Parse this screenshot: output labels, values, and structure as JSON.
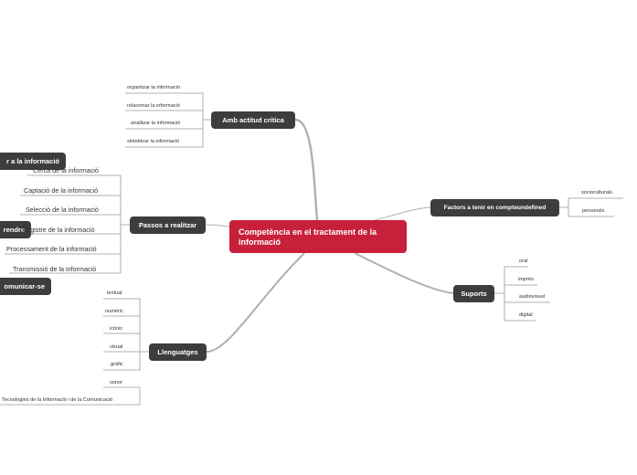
{
  "central": {
    "line1": "Competència en el tractament de",
    "line2": "la informació"
  },
  "branches": {
    "critica": {
      "label": "Amb actitud crítica",
      "items": [
        "organitzar la informació",
        "relacionar la informació",
        "analitzar la informació",
        "sintetitzar la informació"
      ]
    },
    "passos": {
      "label": "Passos a realitzar",
      "items": [
        "Cerca de la informació",
        "Captació de la informació",
        "Selecció de la informació",
        "Registre de la informació",
        "Processament de la informació",
        "Transmissió de la informació"
      ]
    },
    "factors": {
      "label": "Factors a tenir en compteundefined",
      "items": [
        "socioculturals",
        "personals"
      ]
    },
    "suports": {
      "label": "Suports",
      "items": [
        "oral",
        "imprès",
        "audiovisual",
        "digital"
      ]
    },
    "llenguatges": {
      "label": "Llenguatges",
      "items": [
        "textual",
        "numèric",
        "icònic",
        "visual",
        "gràfic",
        "sonor",
        "Tecnologies de la Informació i de la Comunicació"
      ]
    }
  },
  "left_nodes": [
    "r a la informació",
    "rendre",
    "omunicar-se"
  ],
  "colors": {
    "central": "#c8203a",
    "node": "#3d3d3d",
    "connector": "#b0b0b0",
    "leaf_line": "#999999"
  }
}
